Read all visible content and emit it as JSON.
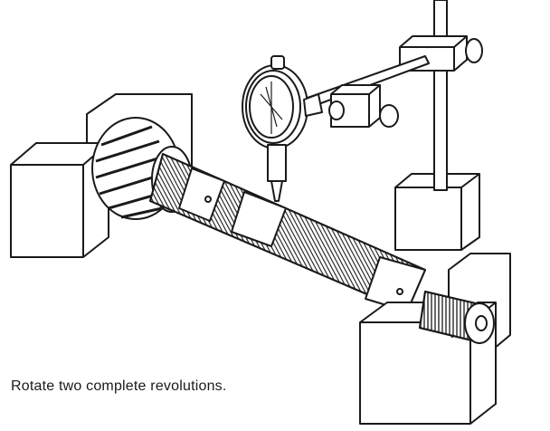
{
  "caption": "Rotate two complete revolutions.",
  "illustration": {
    "line_color": "#1a1a1a",
    "fill_color": "#ffffff",
    "parts": [
      "v-block-left",
      "v-block-right",
      "spiral-bevel-pinion",
      "splined-shaft",
      "dial-indicator",
      "indicator-stand",
      "threaded-end"
    ]
  }
}
